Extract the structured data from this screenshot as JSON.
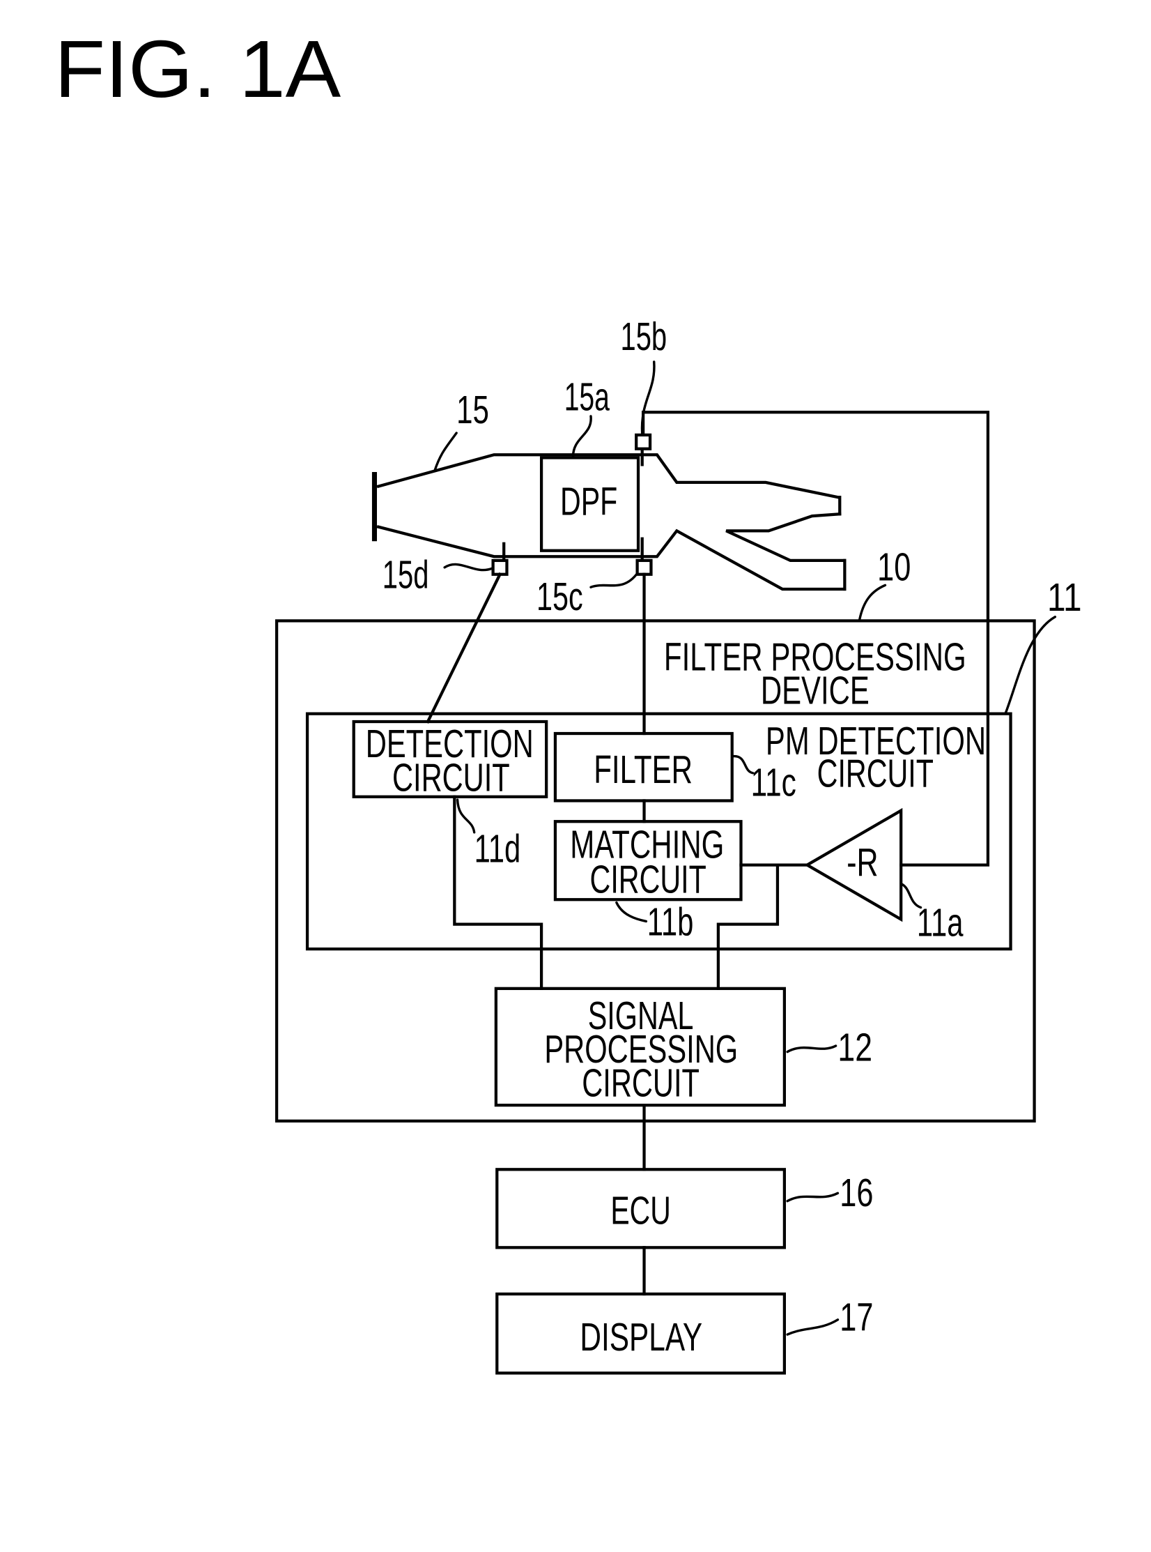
{
  "figure": {
    "title": "FIG. 1A"
  },
  "exhaust": {
    "dpf_label": "DPF"
  },
  "blocks": {
    "filter_processing_device": {
      "line1": "FILTER PROCESSING",
      "line2": "DEVICE"
    },
    "pm_detection_circuit": {
      "line1": "PM DETECTION",
      "line2": "CIRCUIT"
    },
    "detection_circuit": {
      "line1": "DETECTION",
      "line2": "CIRCUIT"
    },
    "filter": {
      "label": "FILTER"
    },
    "matching_circuit": {
      "line1": "MATCHING",
      "line2": "CIRCUIT"
    },
    "amplifier": {
      "label": "-R"
    },
    "signal_processing_circuit": {
      "line1": "SIGNAL",
      "line2": "PROCESSING",
      "line3": "CIRCUIT"
    },
    "ecu": {
      "label": "ECU"
    },
    "display": {
      "label": "DISPLAY"
    }
  },
  "reference_numerals": {
    "n15": "15",
    "n15a": "15a",
    "n15b": "15b",
    "n15c": "15c",
    "n15d": "15d",
    "n10": "10",
    "n11": "11",
    "n11a": "11a",
    "n11b": "11b",
    "n11c": "11c",
    "n11d": "11d",
    "n12": "12",
    "n16": "16",
    "n17": "17"
  },
  "colors": {
    "ink": "#000000",
    "background": "#ffffff"
  }
}
